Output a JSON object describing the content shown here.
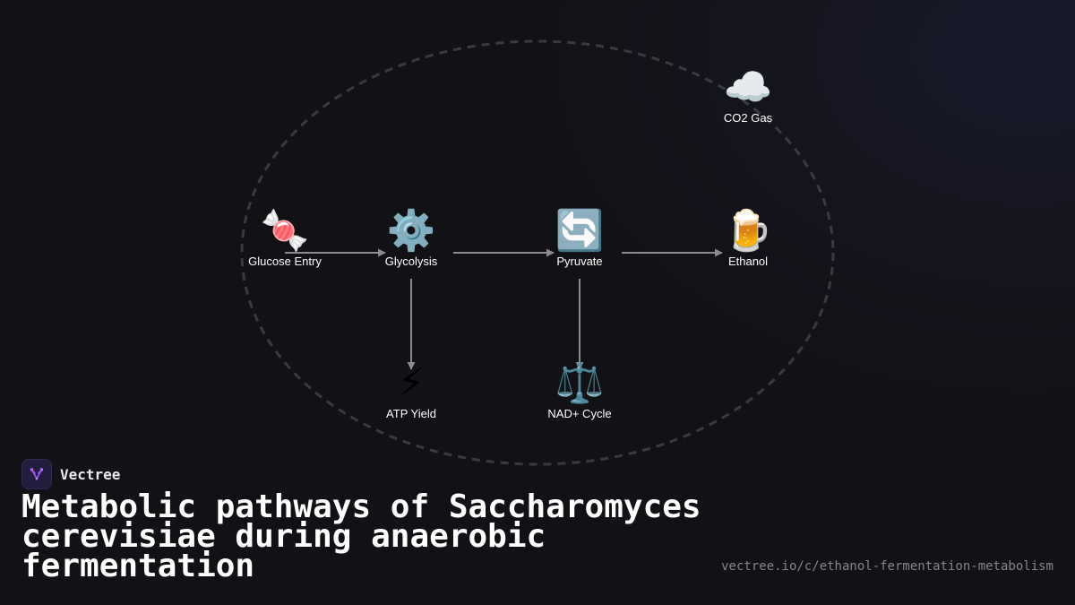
{
  "brand": {
    "name": "Vectree",
    "accent": "#8b5cf6"
  },
  "title": "Metabolic pathways of Saccharomyces cerevisiae during anaerobic fermentation",
  "url": "vectree.io/c/ethanol-fermentation-metabolism",
  "colors": {
    "background": "#111116",
    "boundary": "#3a3a40",
    "arrow": "#8a8a8f",
    "label": "#ffffff"
  },
  "diagram": {
    "boundary": "dashed-ellipse",
    "nodes": [
      {
        "id": "glucose",
        "label": "Glucose Entry",
        "icon": "candy-icon",
        "glyph": "🍬"
      },
      {
        "id": "glycolysis",
        "label": "Glycolysis",
        "icon": "gear-icon",
        "glyph": "⚙️"
      },
      {
        "id": "pyruvate",
        "label": "Pyruvate",
        "icon": "cycle-arrows-icon",
        "glyph": "🔄"
      },
      {
        "id": "ethanol",
        "label": "Ethanol",
        "icon": "beer-mug-icon",
        "glyph": "🍺"
      },
      {
        "id": "co2",
        "label": "CO2 Gas",
        "icon": "cloud-icon",
        "glyph": "☁️"
      },
      {
        "id": "atp",
        "label": "ATP Yield",
        "icon": "lightning-icon",
        "glyph": "⚡"
      },
      {
        "id": "nad",
        "label": "NAD+ Cycle",
        "icon": "balance-scale-icon",
        "glyph": "⚖️"
      }
    ],
    "edges": [
      {
        "from": "glucose",
        "to": "glycolysis"
      },
      {
        "from": "glycolysis",
        "to": "pyruvate"
      },
      {
        "from": "pyruvate",
        "to": "ethanol"
      },
      {
        "from": "glycolysis",
        "to": "atp"
      },
      {
        "from": "pyruvate",
        "to": "nad"
      }
    ]
  }
}
